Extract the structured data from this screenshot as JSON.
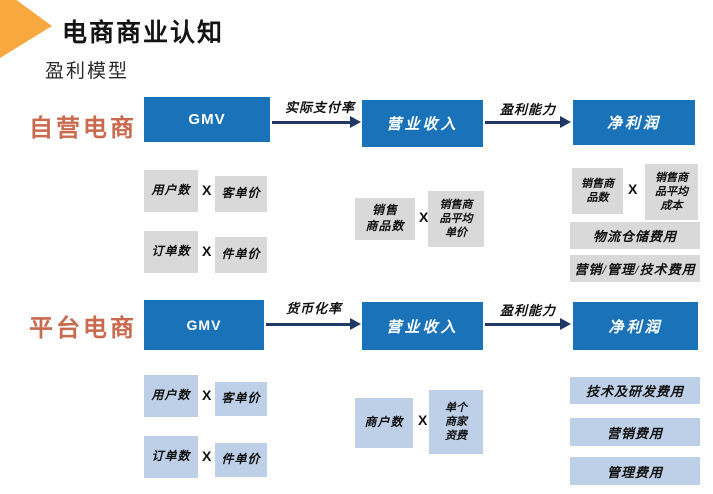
{
  "page": {
    "title": "电商商业认知",
    "subtitle": "盈利模型"
  },
  "mul": "X",
  "colors": {
    "main_blue": "#1A72B9",
    "arrow_navy": "#1F3864",
    "gray_box": "#D9D9D9",
    "light_blue_box": "#BDD0E8",
    "accent_triangle_orange": "#F7A93F",
    "row_label_orange": "#C96A4E"
  },
  "rows": [
    {
      "label": "自营电商",
      "gmv": "GMV",
      "arrow1_label": "实际支付率",
      "revenue": "营业收入",
      "arrow2_label": "盈利能力",
      "profit": "净利润",
      "gmv_factors": [
        {
          "a": "用户数",
          "b": "客单价"
        },
        {
          "a": "订单数",
          "b": "件单价"
        }
      ],
      "revenue_factors": {
        "a": "销售\n商品数",
        "b": "销售商\n品平均\n单价"
      },
      "profit_factors": {
        "a": "销售商\n品数",
        "b": "销售商\n品平均\n成本"
      },
      "cost_items": [
        "物流仓储费用",
        "营销/管理/技术费用"
      ]
    },
    {
      "label": "平台电商",
      "gmv": "GMV",
      "arrow1_label": "货币化率",
      "revenue": "营业收入",
      "arrow2_label": "盈利能力",
      "profit": "净利润",
      "gmv_factors": [
        {
          "a": "用户数",
          "b": "客单价"
        },
        {
          "a": "订单数",
          "b": "件单价"
        }
      ],
      "revenue_factors": {
        "a": "商户数",
        "b": "单个\n商家\n资费"
      },
      "cost_items": [
        "技术及研发费用",
        "营销费用",
        "管理费用"
      ]
    }
  ]
}
